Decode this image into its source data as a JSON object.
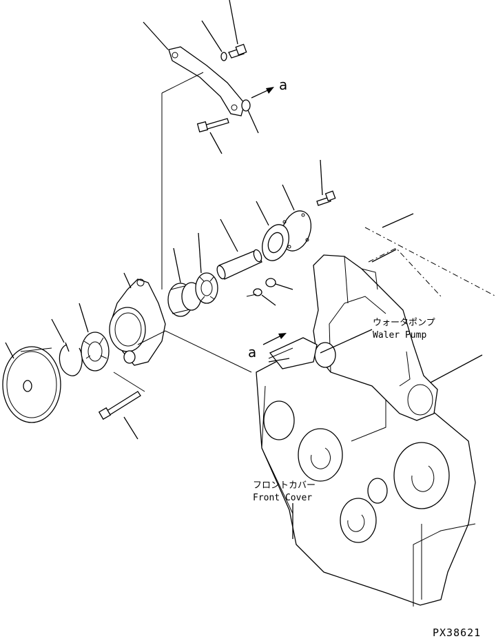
{
  "labels": {
    "water_pump_jp": "ウォータポンプ",
    "water_pump_en": "Waler Pump",
    "front_cover_jp": "フロントカバー",
    "front_cover_en": "Front Cover"
  },
  "reference_marks": {
    "a_top": "a",
    "a_bottom": "a"
  },
  "figure_code": "PX38621"
}
